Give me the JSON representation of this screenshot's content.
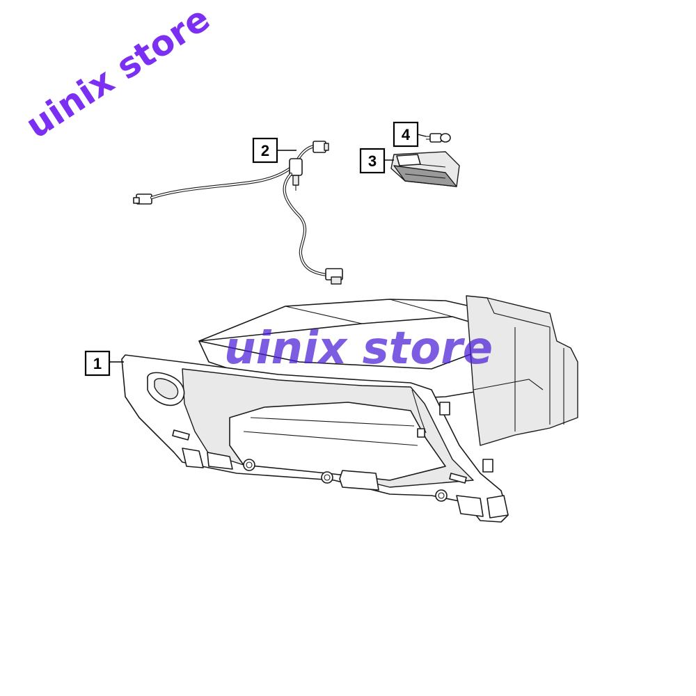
{
  "watermark_top": "uinix store",
  "watermark_center": "uinix store",
  "callouts": [
    {
      "label": "1",
      "part": "glove-box-assembly"
    },
    {
      "label": "2",
      "part": "wiring-harness"
    },
    {
      "label": "3",
      "part": "lamp-housing"
    },
    {
      "label": "4",
      "part": "bulb"
    }
  ],
  "colors": {
    "watermark_top": "#7b2ff2",
    "watermark_center": "#4a1fd6",
    "line": "#1a1a1a"
  }
}
